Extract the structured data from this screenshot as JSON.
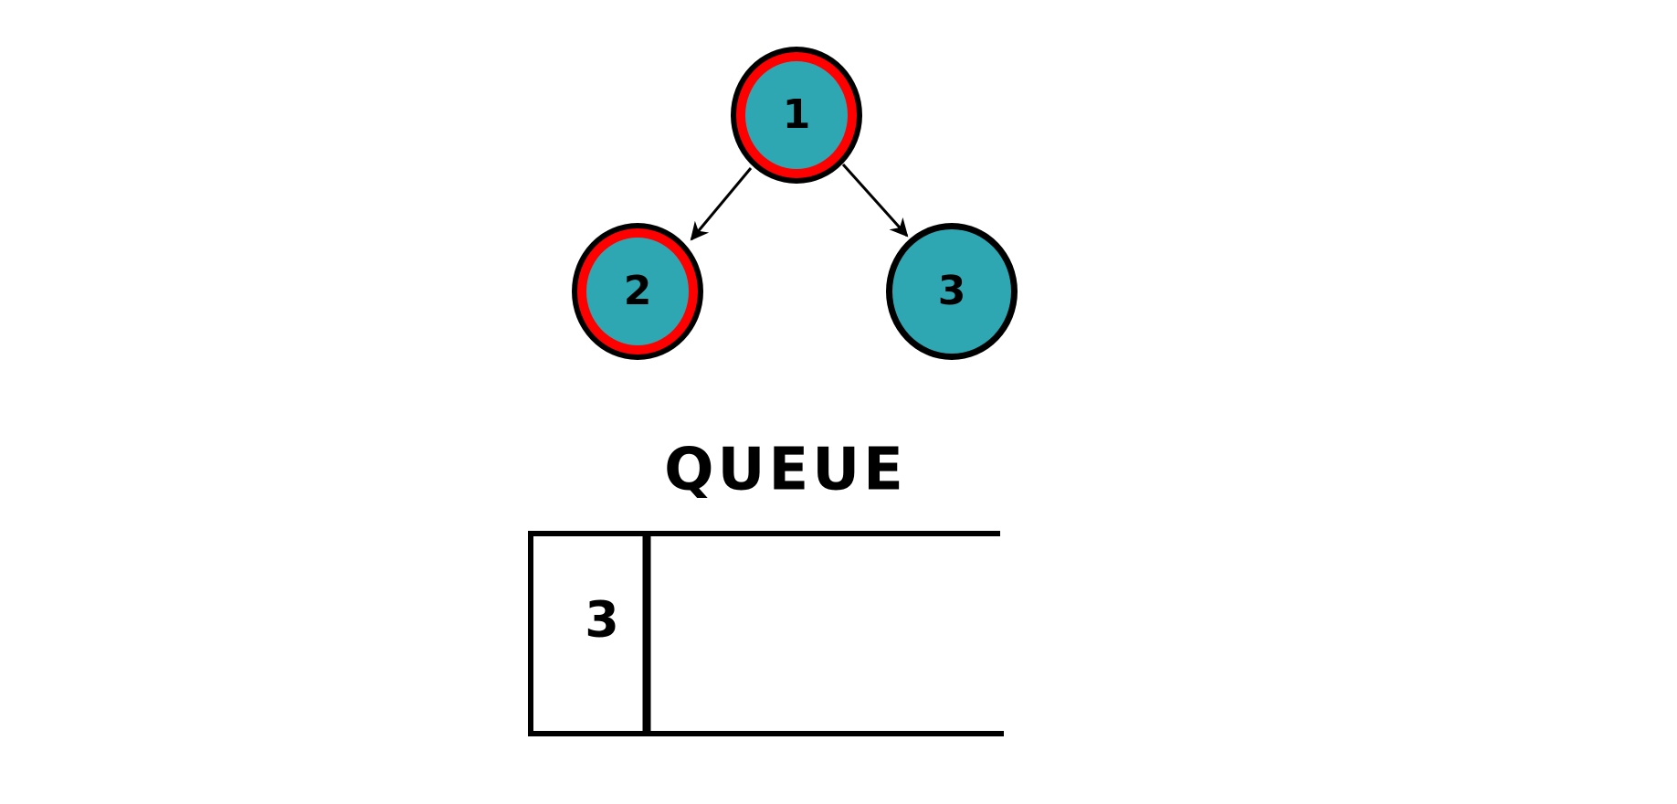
{
  "colors": {
    "node_fill": "#2ea7b2",
    "visited_ring": "#ff0000",
    "outline": "#000000",
    "background": "#ffffff"
  },
  "tree": {
    "nodes": [
      {
        "id": "1",
        "label": "1",
        "visited": true
      },
      {
        "id": "2",
        "label": "2",
        "visited": true
      },
      {
        "id": "3",
        "label": "3",
        "visited": false
      }
    ],
    "edges": [
      {
        "from": "1",
        "to": "2"
      },
      {
        "from": "1",
        "to": "3"
      }
    ]
  },
  "queue": {
    "title": "QUEUE",
    "items": [
      "3"
    ]
  }
}
